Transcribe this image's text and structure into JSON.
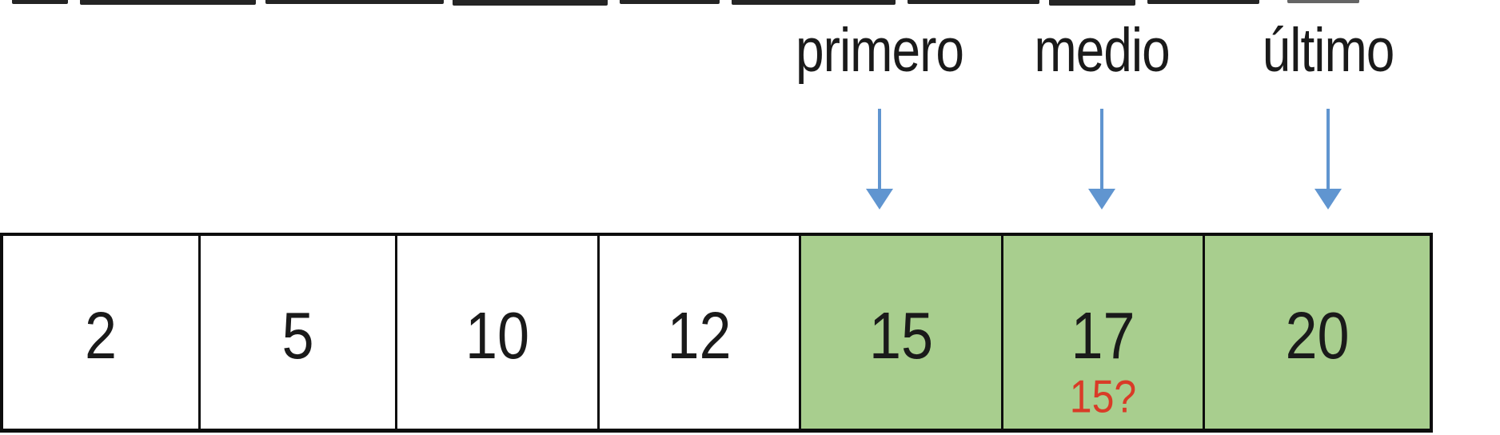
{
  "diagram": {
    "description_labels": {
      "first": "primero",
      "middle": "medio",
      "last": "último"
    },
    "pointers": [
      {
        "label": "primero",
        "points_to_cell_value": "15"
      },
      {
        "label": "medio",
        "points_to_cell_value": "17"
      },
      {
        "label": "último",
        "points_to_cell_value": "20"
      }
    ],
    "cells": [
      {
        "value": "2",
        "highlighted": false
      },
      {
        "value": "5",
        "highlighted": false
      },
      {
        "value": "10",
        "highlighted": false
      },
      {
        "value": "12",
        "highlighted": false
      },
      {
        "value": "15",
        "highlighted": true
      },
      {
        "value": "17",
        "highlighted": true,
        "annotation": "15?"
      },
      {
        "value": "20",
        "highlighted": true
      }
    ],
    "colors": {
      "cell_highlight": "#a8ce8e",
      "arrow": "#6095d0",
      "annotation": "#d93b27",
      "text": "#1a1a1a",
      "border": "#0d0d0d"
    }
  }
}
